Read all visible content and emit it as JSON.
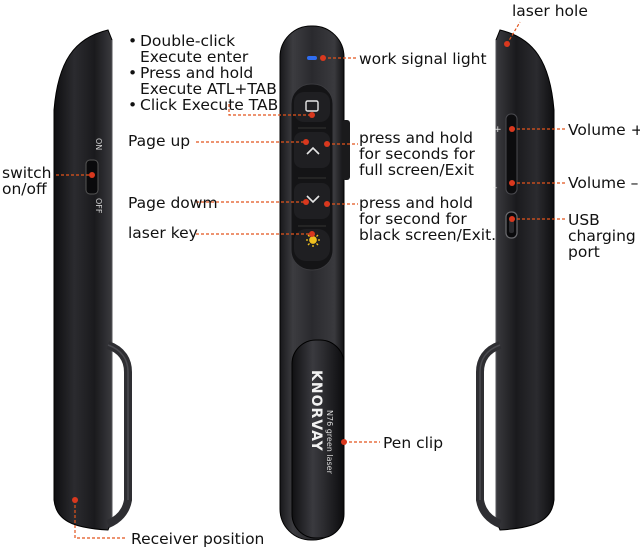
{
  "brand": {
    "name": "KNORVAY",
    "model": "N76 green laser"
  },
  "device_labels": {
    "switch_on": "ON",
    "switch_off": "OFF",
    "plus": "+",
    "minus": "–"
  },
  "callouts": {
    "tab_button_lines": [
      "Double-click",
      "Execute enter",
      "Press and hold",
      "Execute ATL+TAB",
      "Click Execute TAB"
    ],
    "work_signal_light": "work signal light",
    "page_up": "Page up",
    "page_down": "Page dowm",
    "laser_key": "laser key",
    "page_up_hold_lines": [
      "press and hold",
      "for seconds for",
      "full screen/Exit"
    ],
    "page_down_hold_lines": [
      "press and hold",
      "for second for",
      "black screen/Exit."
    ],
    "switch_lines": [
      "switch",
      "on/off"
    ],
    "laser_hole": "laser hole",
    "volume_up": "Volume +",
    "volume_down": "Volume –",
    "usb_lines": [
      "USB",
      "charging",
      "port"
    ],
    "pen_clip": "Pen clip",
    "receiver_position": "Receiver position"
  },
  "colors": {
    "callout_line": "#e2541c",
    "dot": "#d9381e",
    "signal_light": "#2f6df0",
    "laser_icon": "#f0c020",
    "device_body": "#1e1e21"
  }
}
